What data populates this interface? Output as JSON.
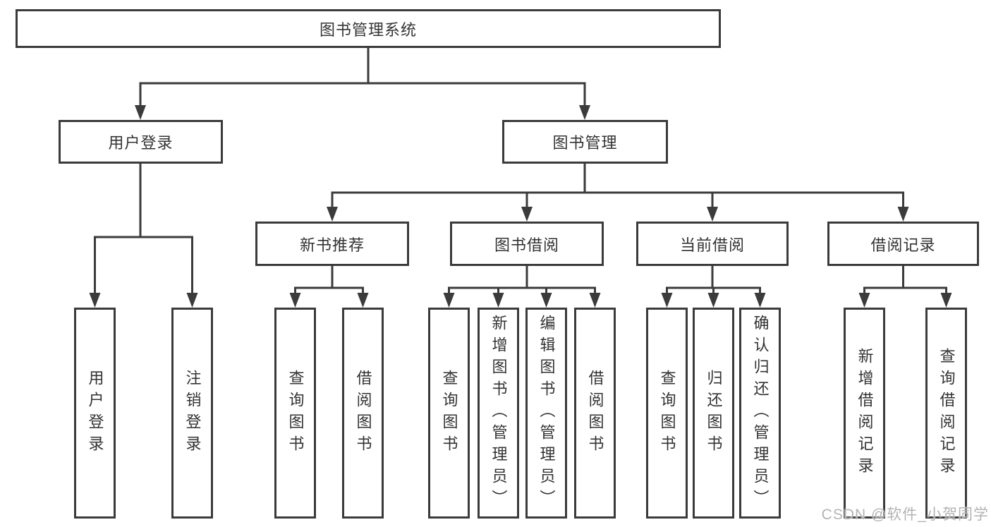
{
  "diagram": {
    "type": "tree",
    "root": {
      "label": "图书管理系统"
    },
    "branches": [
      {
        "label": "用户登录",
        "children": [
          {
            "label": "用户登录"
          },
          {
            "label": "注销登录"
          }
        ]
      },
      {
        "label": "图书管理",
        "children": [
          {
            "label": "新书推荐",
            "children": [
              {
                "label": "查询图书"
              },
              {
                "label": "借阅图书"
              }
            ]
          },
          {
            "label": "图书借阅",
            "children": [
              {
                "label": "查询图书"
              },
              {
                "label": "新增图书（管理员）"
              },
              {
                "label": "编辑图书（管理员）"
              },
              {
                "label": "借阅图书"
              }
            ]
          },
          {
            "label": "当前借阅",
            "children": [
              {
                "label": "查询图书"
              },
              {
                "label": "归还图书"
              },
              {
                "label": "确认归还（管理员）"
              }
            ]
          },
          {
            "label": "借阅记录",
            "children": [
              {
                "label": "新增借阅记录"
              },
              {
                "label": "查询借阅记录"
              }
            ]
          }
        ]
      }
    ]
  },
  "watermark": {
    "text": "CSDN @软件_小贺同学"
  },
  "colors": {
    "line": "#3b3b3b",
    "text": "#333333",
    "background": "#ffffff",
    "watermark": "#b3b3b3"
  }
}
